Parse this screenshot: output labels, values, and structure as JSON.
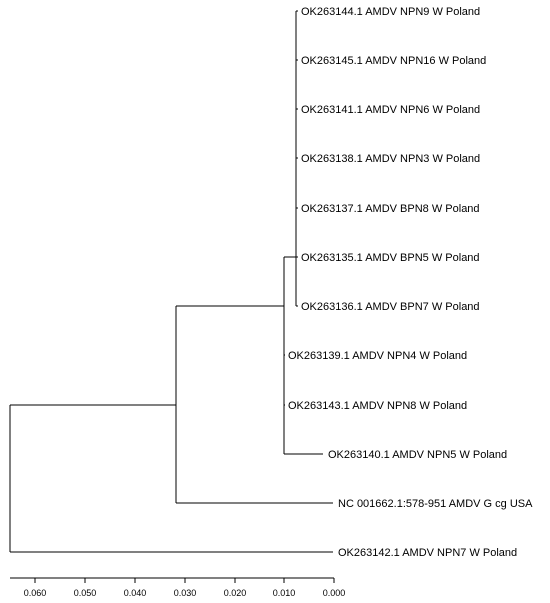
{
  "tree": {
    "leaves": [
      "OK263144.1 AMDV NPN9 W Poland",
      "OK263145.1 AMDV NPN16 W Poland",
      "OK263141.1 AMDV NPN6 W Poland",
      "OK263138.1 AMDV NPN3 W Poland",
      "OK263137.1 AMDV BPN8 W Poland",
      "OK263135.1 AMDV BPN5 W Poland",
      "OK263136.1 AMDV BPN7 W Poland",
      "OK263139.1 AMDV NPN4 W Poland",
      "OK263143.1 AMDV NPN8 W Poland",
      "OK263140.1 AMDV NPN5 W Poland",
      "NC 001662.1:578-951 AMDV G cg USA",
      "OK263142.1 AMDV NPN7 W Poland"
    ]
  },
  "scale_axis": {
    "ticks": [
      "0.060",
      "0.050",
      "0.040",
      "0.030",
      "0.020",
      "0.010",
      "0.000"
    ]
  }
}
